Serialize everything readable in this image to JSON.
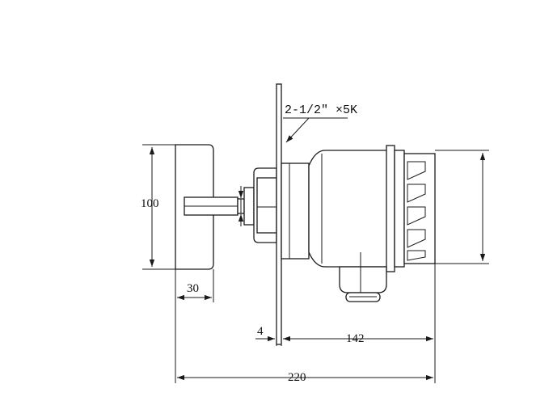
{
  "drawing": {
    "thread_note": "2-1/2″ ×5K",
    "dimensions": {
      "paddle_height": "100",
      "paddle_width": "30",
      "flange_thickness": "4",
      "housing_length": "142",
      "overall_length": "220"
    }
  }
}
